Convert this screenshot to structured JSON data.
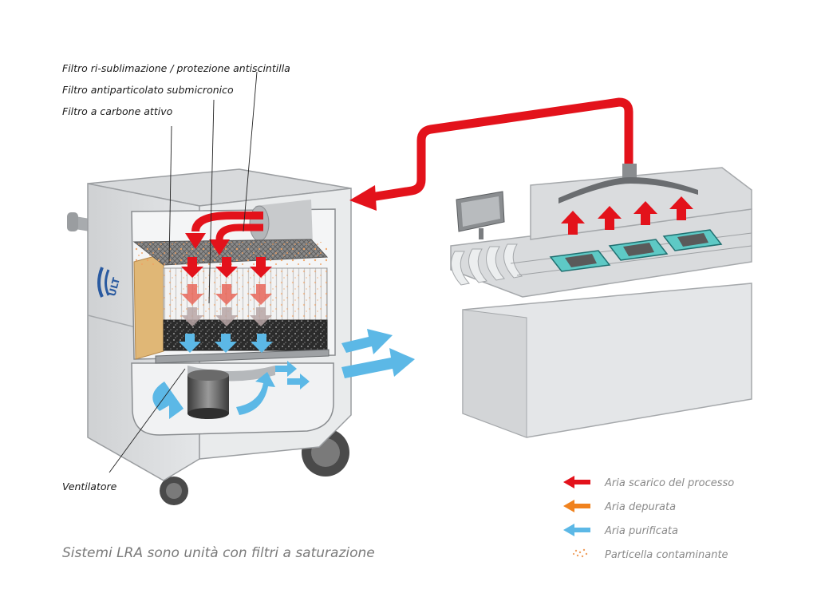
{
  "labels": {
    "filter_top": "Filtro ri-sublimazione / protezione antiscintilla",
    "filter_mid": "Filtro antiparticolato submicronico",
    "filter_bottom": "Filtro a carbone attivo",
    "fan": "Ventilatore"
  },
  "logo": "ULT",
  "legend": [
    {
      "label": "Aria scarico del processo",
      "color": "#e3121b",
      "icon": "red-arrow-icon"
    },
    {
      "label": "Aria depurata",
      "color": "#f0821e",
      "icon": "orange-arrow-icon"
    },
    {
      "label": "Aria purificata",
      "color": "#5cb8e6",
      "icon": "blue-arrow-icon"
    },
    {
      "label": "Particella contaminante",
      "color": "#f0a060",
      "icon": "particle-dots-icon"
    }
  ],
  "caption": "Sistemi LRA sono unità con filtri a saturazione"
}
